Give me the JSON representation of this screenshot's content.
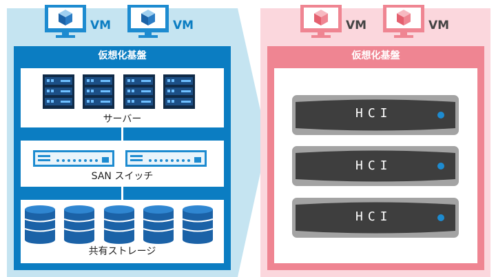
{
  "left": {
    "vm_labels": [
      "VM",
      "VM"
    ],
    "title": "仮想化基盤",
    "servers_label": "サーバー",
    "switch_label": "SAN スイッチ",
    "storage_label": "共有ストレージ",
    "colors": {
      "bg": "#c5e4f1",
      "frame": "#0b7dc2",
      "vm_icon": "#1d8bd0",
      "cube": "#1b62a7"
    }
  },
  "right": {
    "vm_labels": [
      "VM",
      "VM"
    ],
    "title": "仮想化基盤",
    "hci_labels": [
      "HCI",
      "HCI",
      "HCI"
    ],
    "colors": {
      "bg": "#fbd7dd",
      "frame": "#ef8592",
      "vm_icon": "#ef8592",
      "cube": "#ef8592"
    }
  }
}
